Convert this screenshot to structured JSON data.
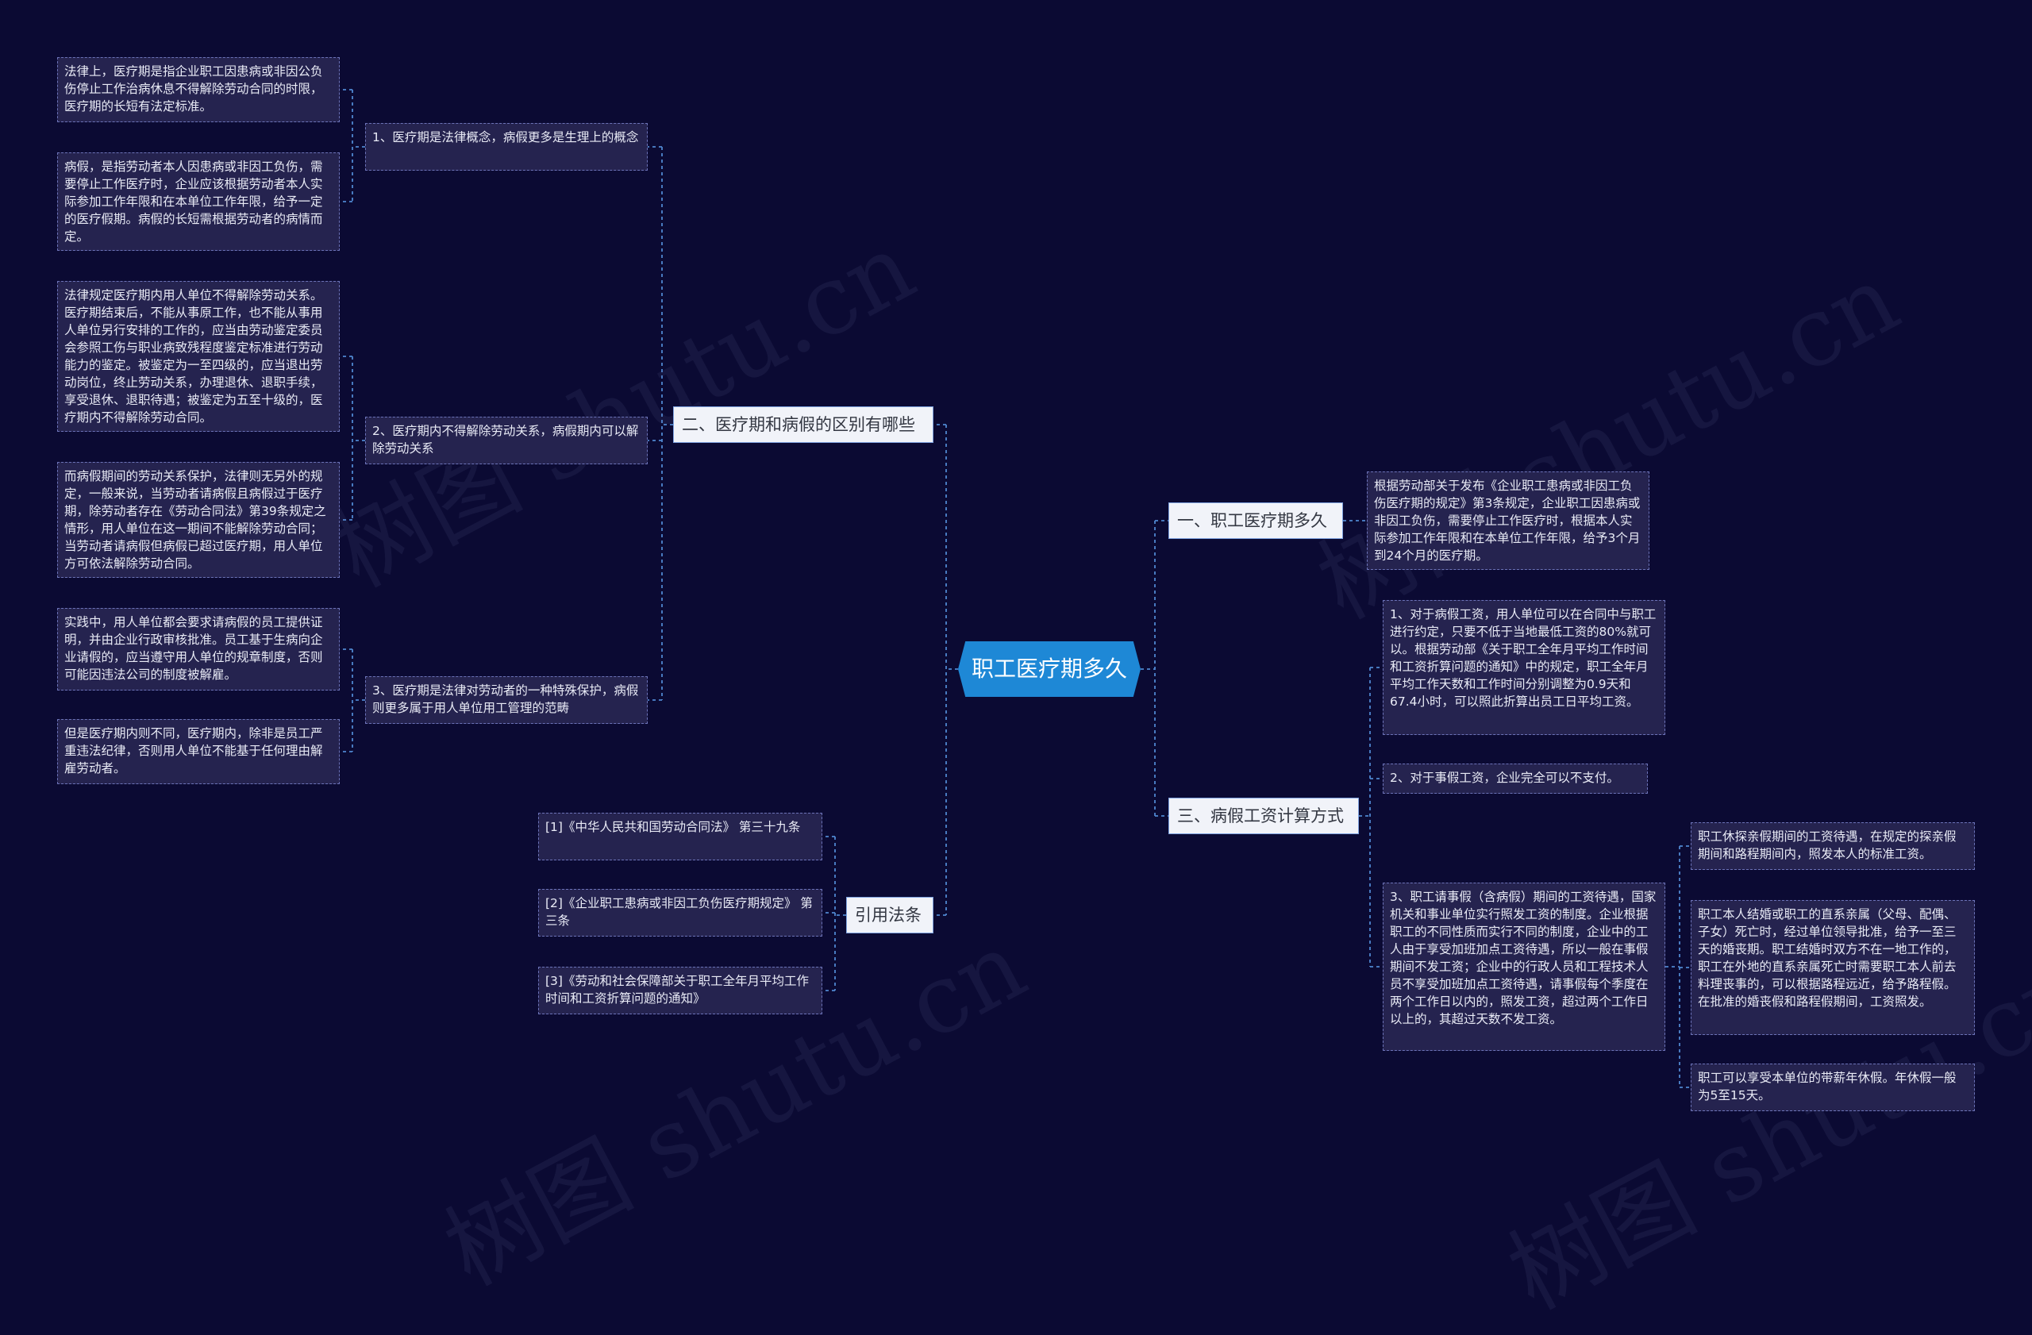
{
  "root": {
    "label": "职工医疗期多久"
  },
  "branches": {
    "b2": {
      "label": "二、医疗期和病假的区别有哪些"
    },
    "b1": {
      "label": "一、职工医疗期多久"
    },
    "b3": {
      "label": "三、病假工资计算方式"
    },
    "b4": {
      "label": "引用法条"
    }
  },
  "subs": {
    "s21": "1、医疗期是法律概念，病假更多是生理上的概念",
    "s22": "2、医疗期内不得解除劳动关系，病假期内可以解除劳动关系",
    "s23": "3、医疗期是法律对劳动者的一种特殊保护，病假则更多属于用人单位用工管理的范畴",
    "s31": "1、对于病假工资，用人单位可以在合同中与职工进行约定，只要不低于当地最低工资的80%就可以。根据劳动部《关于职工全年月平均工作时间和工资折算问题的通知》中的规定，职工全年月平均工作天数和工作时间分别调整为0.9天和67.4小时，可以照此折算出员工日平均工资。",
    "s32": "2、对于事假工资，企业完全可以不支付。",
    "s33": "3、职工请事假（含病假）期间的工资待遇，国家机关和事业单位实行照发工资的制度。企业根据职工的不同性质而实行不同的制度，企业中的工人由于享受加班加点工资待遇，所以一般在事假期间不发工资；企业中的行政人员和工程技术人员不享受加班加点工资待遇，请事假每个季度在两个工作日以内的，照发工资，超过两个工作日以上的，其超过天数不发工资。"
  },
  "leaves": {
    "l1a": "法律上，医疗期是指企业职工因患病或非因公负伤停止工作治病休息不得解除劳动合同的时限，医疗期的长短有法定标准。",
    "l1b": "病假，是指劳动者本人因患病或非因工负伤，需要停止工作医疗时，企业应该根据劳动者本人实际参加工作年限和在本单位工作年限，给予一定的医疗假期。病假的长短需根据劳动者的病情而定。",
    "l2a": "法律规定医疗期内用人单位不得解除劳动关系。医疗期结束后，不能从事原工作，也不能从事用人单位另行安排的工作的，应当由劳动鉴定委员会参照工伤与职业病致残程度鉴定标准进行劳动能力的鉴定。被鉴定为一至四级的，应当退出劳动岗位，终止劳动关系，办理退休、退职手续，享受退休、退职待遇；被鉴定为五至十级的，医疗期内不得解除劳动合同。",
    "l2b": "而病假期间的劳动关系保护，法律则无另外的规定，一般来说，当劳动者请病假且病假过于医疗期，除劳动者存在《劳动合同法》第39条规定之情形，用人单位在这一期间不能解除劳动合同；当劳动者请病假但病假已超过医疗期，用人单位方可依法解除劳动合同。",
    "l3a": "实践中，用人单位都会要求请病假的员工提供证明，并由企业行政审核批准。员工基于生病向企业请假的，应当遵守用人单位的规章制度，否则可能因违法公司的制度被解雇。",
    "l3b": "但是医疗期内则不同，医疗期内，除非是员工严重违法纪律，否则用人单位不能基于任何理由解雇劳动者。",
    "l_b1": "根据劳动部关于发布《企业职工患病或非因工负伤医疗期的规定》第3条规定，企业职工因患病或非因工负伤，需要停止工作医疗时，根据本人实际参加工作年限和在本单位工作年限，给予3个月到24个月的医疗期。",
    "l33a": "职工休探亲假期间的工资待遇，在规定的探亲假期间和路程期间内，照发本人的标准工资。",
    "l33b": "职工本人结婚或职工的直系亲属（父母、配偶、子女）死亡时，经过单位领导批准，给予一至三天的婚丧期。职工结婚时双方不在一地工作的，职工在外地的直系亲属死亡时需要职工本人前去料理丧事的，可以根据路程远近，给予路程假。在批准的婚丧假和路程假期间，工资照发。",
    "l33c": "职工可以享受本单位的带薪年休假。年休假一般为5至15天。",
    "r1": "[1]《中华人民共和国劳动合同法》 第三十九条",
    "r2": "[2]《企业职工患病或非因工负伤医疗期规定》 第三条",
    "r3": "[3]《劳动和社会保障部关于职工全年月平均工作时间和工资折算问题的通知》"
  },
  "watermark": "树图 shutu.cn",
  "colors": {
    "background": "#0b0a33",
    "root_fill": "#1e88d6",
    "branch_fill": "#f1f3f9",
    "leaf_fill": "#25234f",
    "connector": "#4f87d0"
  }
}
